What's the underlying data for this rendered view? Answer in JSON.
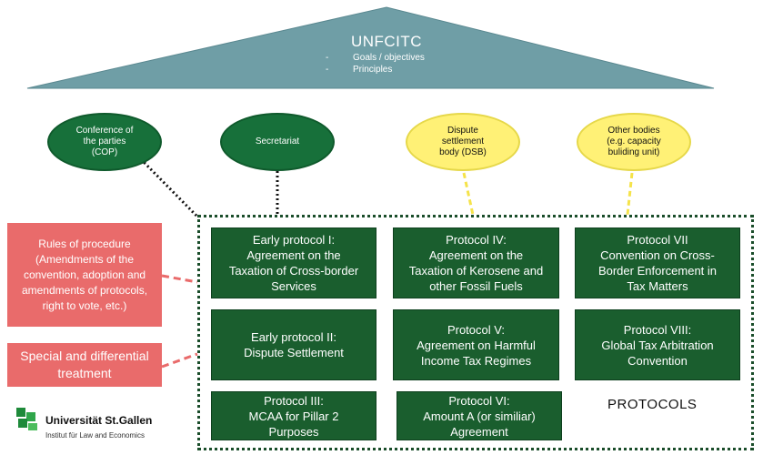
{
  "roof": {
    "title": "UNFCITC",
    "bullets": [
      "Goals / objectives",
      "Principles"
    ],
    "dash": "-",
    "color": "#6f9ea6"
  },
  "bodies": {
    "cop": "Conference of\nthe parties\n(COP)",
    "secretariat": "Secretariat",
    "dsb": "Dispute\nsettlement\nbody (DSB)",
    "other": "Other bodies\n(e.g. capacity\nbuliding unit)"
  },
  "side_boxes": {
    "rules": "Rules of procedure\n(Amendments of the\nconvention, adoption and\namendments of protocols,\nright to vote, etc.)",
    "special": "Special and differential\ntreatment"
  },
  "protocols": {
    "p1": "Early protocol I:\nAgreement on the\nTaxation of Cross-border\nServices",
    "p2": "Early protocol II:\nDispute Settlement",
    "p3": "Protocol III:\nMCAA for Pillar 2\nPurposes",
    "p4": "Protocol IV:\nAgreement on the\nTaxation of Kerosene and\nother Fossil Fuels",
    "p5": "Protocol V:\nAgreement on Harmful\nIncome Tax Regimes",
    "p6": "Protocol VI:\nAmount A (or similiar)\nAgreement",
    "p7": "Protocol VII\nConvention on Cross-\nBorder Enforcement in\nTax Matters",
    "p8": "Protocol VIII:\nGlobal Tax Arbitration\nConvention",
    "label": "PROTOCOLS"
  },
  "logo": {
    "name": "Universität St.Gallen",
    "subtitle": "Institut für Law and Economics"
  }
}
